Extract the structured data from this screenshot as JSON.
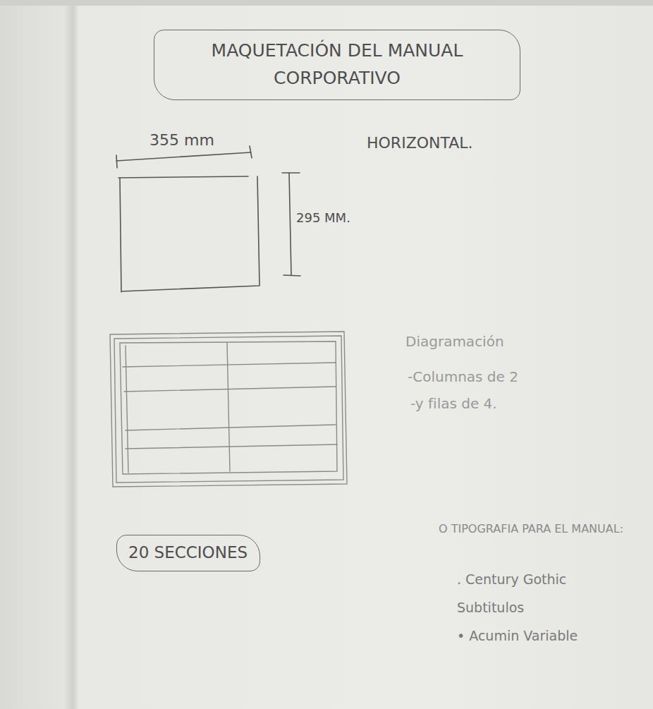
{
  "diagram": {
    "nodes": [
      {
        "text": [
          "MAQUETACIÓN DEL MANUAL CORPORATIVO"
        ]
      },
      {
        "text": [
          "20 SECCIONES"
        ]
      }
    ],
    "labels": [
      "355 mm",
      "HORIZONTAL.",
      "295 MM.",
      "Diagramación",
      "-Columnas de 2",
      "-y filas de 4.",
      "O TIPOGRAFIA PARA EL MANUAL:",
      ". Century Gothic",
      "Subtitulos",
      "• Acumin Variable"
    ]
  }
}
